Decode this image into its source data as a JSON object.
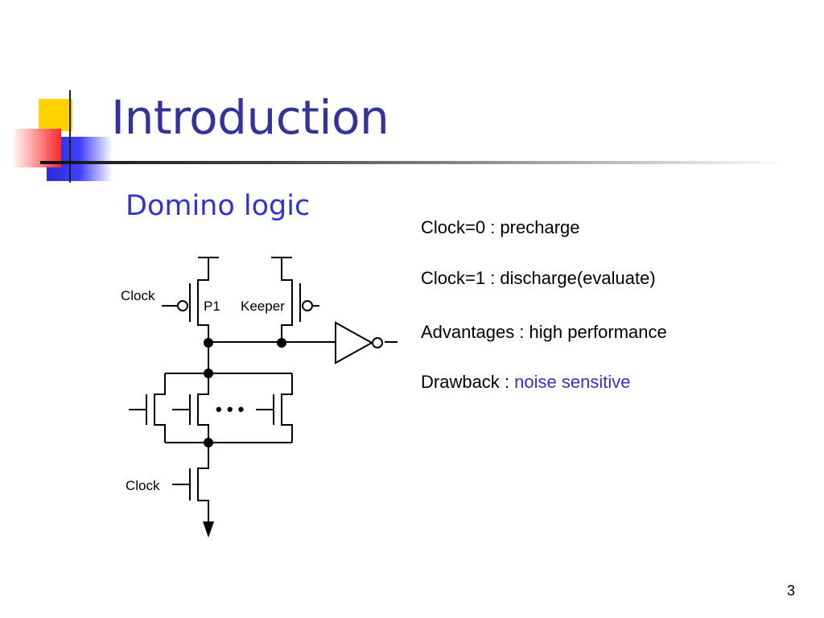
{
  "slide": {
    "title": "Introduction",
    "subtitle": "Domino logic",
    "page_number": "3"
  },
  "bullets": [
    {
      "label": "Clock=0 : precharge"
    },
    {
      "label": "Clock=1 : discharge(evaluate)"
    },
    {
      "label": "Advantages : high performance"
    },
    {
      "label": "Drawback : ",
      "highlight": "noise sensitive"
    }
  ],
  "diagram": {
    "labels": {
      "clock_top": "Clock",
      "p1": "P1",
      "keeper": "Keeper",
      "clock_bottom": "Clock",
      "ellipsis": "• • •"
    }
  },
  "colors": {
    "title": "#333399",
    "accent": "#3333cc",
    "logo_yellow": "#ffd200",
    "logo_red": "#ff2a2a",
    "logo_blue": "#3333dd"
  }
}
